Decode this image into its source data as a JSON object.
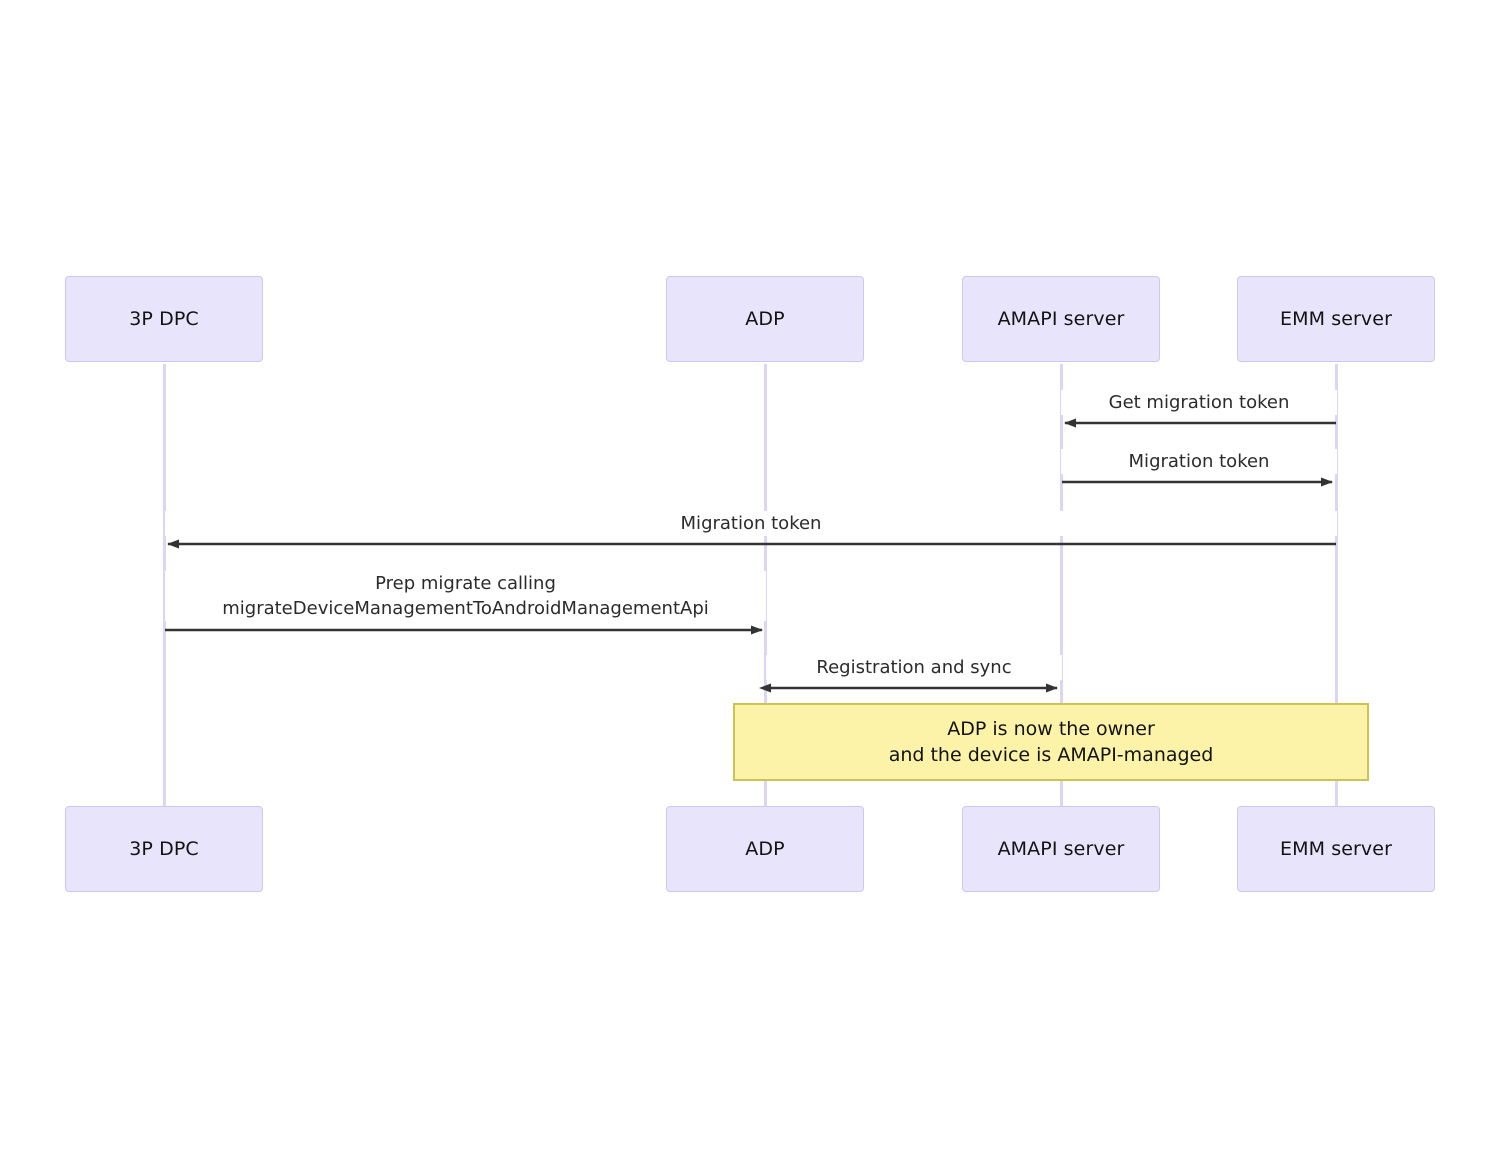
{
  "diagram": {
    "type": "sequence-diagram",
    "background_color": "#ffffff",
    "participant_fill": "#e8e4fb",
    "participant_stroke": "#cfc7f2",
    "lifeline_color": "#ddd4f7",
    "arrow_color": "#333333",
    "note_fill": "#fcf3a9",
    "note_stroke": "#cfc254",
    "participants": [
      {
        "id": "dpc",
        "label": "3P DPC"
      },
      {
        "id": "adp",
        "label": "ADP"
      },
      {
        "id": "amapi",
        "label": "AMAPI server"
      },
      {
        "id": "emm",
        "label": "EMM server"
      }
    ],
    "messages": [
      {
        "id": "m1",
        "label": "Get migration token",
        "from": "emm",
        "to": "amapi",
        "direction": "left"
      },
      {
        "id": "m2",
        "label": "Migration token",
        "from": "amapi",
        "to": "emm",
        "direction": "right"
      },
      {
        "id": "m3",
        "label": "Migration token",
        "from": "emm",
        "to": "dpc",
        "direction": "left"
      },
      {
        "id": "m4",
        "label": "Prep migrate calling\nmigrateDeviceManagementToAndroidManagementApi",
        "from": "dpc",
        "to": "adp",
        "direction": "right"
      },
      {
        "id": "m5",
        "label": "Registration and sync",
        "from": "adp",
        "to": "amapi",
        "direction": "both"
      }
    ],
    "notes": [
      {
        "id": "n1",
        "label": "ADP is now the owner\nand the device is AMAPI-managed",
        "over": [
          "adp",
          "amapi",
          "emm"
        ]
      }
    ]
  }
}
